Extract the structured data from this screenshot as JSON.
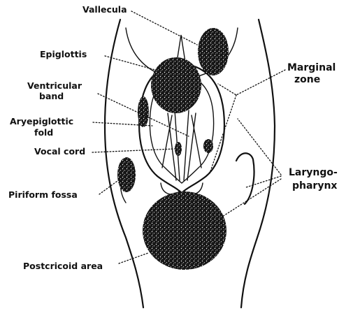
{
  "labels": {
    "vallecula": "Vallecula",
    "epiglottis": "Epiglottis",
    "ventricular_1": "Ventricular",
    "ventricular_2": "band",
    "aryepiglottic_1": "Aryepiglottic",
    "aryepiglottic_2": "fold",
    "vocal_cord": "Vocal cord",
    "piriform_fossa": "Piriform fossa",
    "postcricoid_area": "Postcricoid area",
    "marginal_1": "Marginal",
    "marginal_2": "zone",
    "laryngo_1": "Laryngo-",
    "laryngo_2": "pharynx"
  },
  "colors": {
    "ink": "#111111",
    "lesion": "#1a1a1a",
    "background": "#ffffff"
  }
}
